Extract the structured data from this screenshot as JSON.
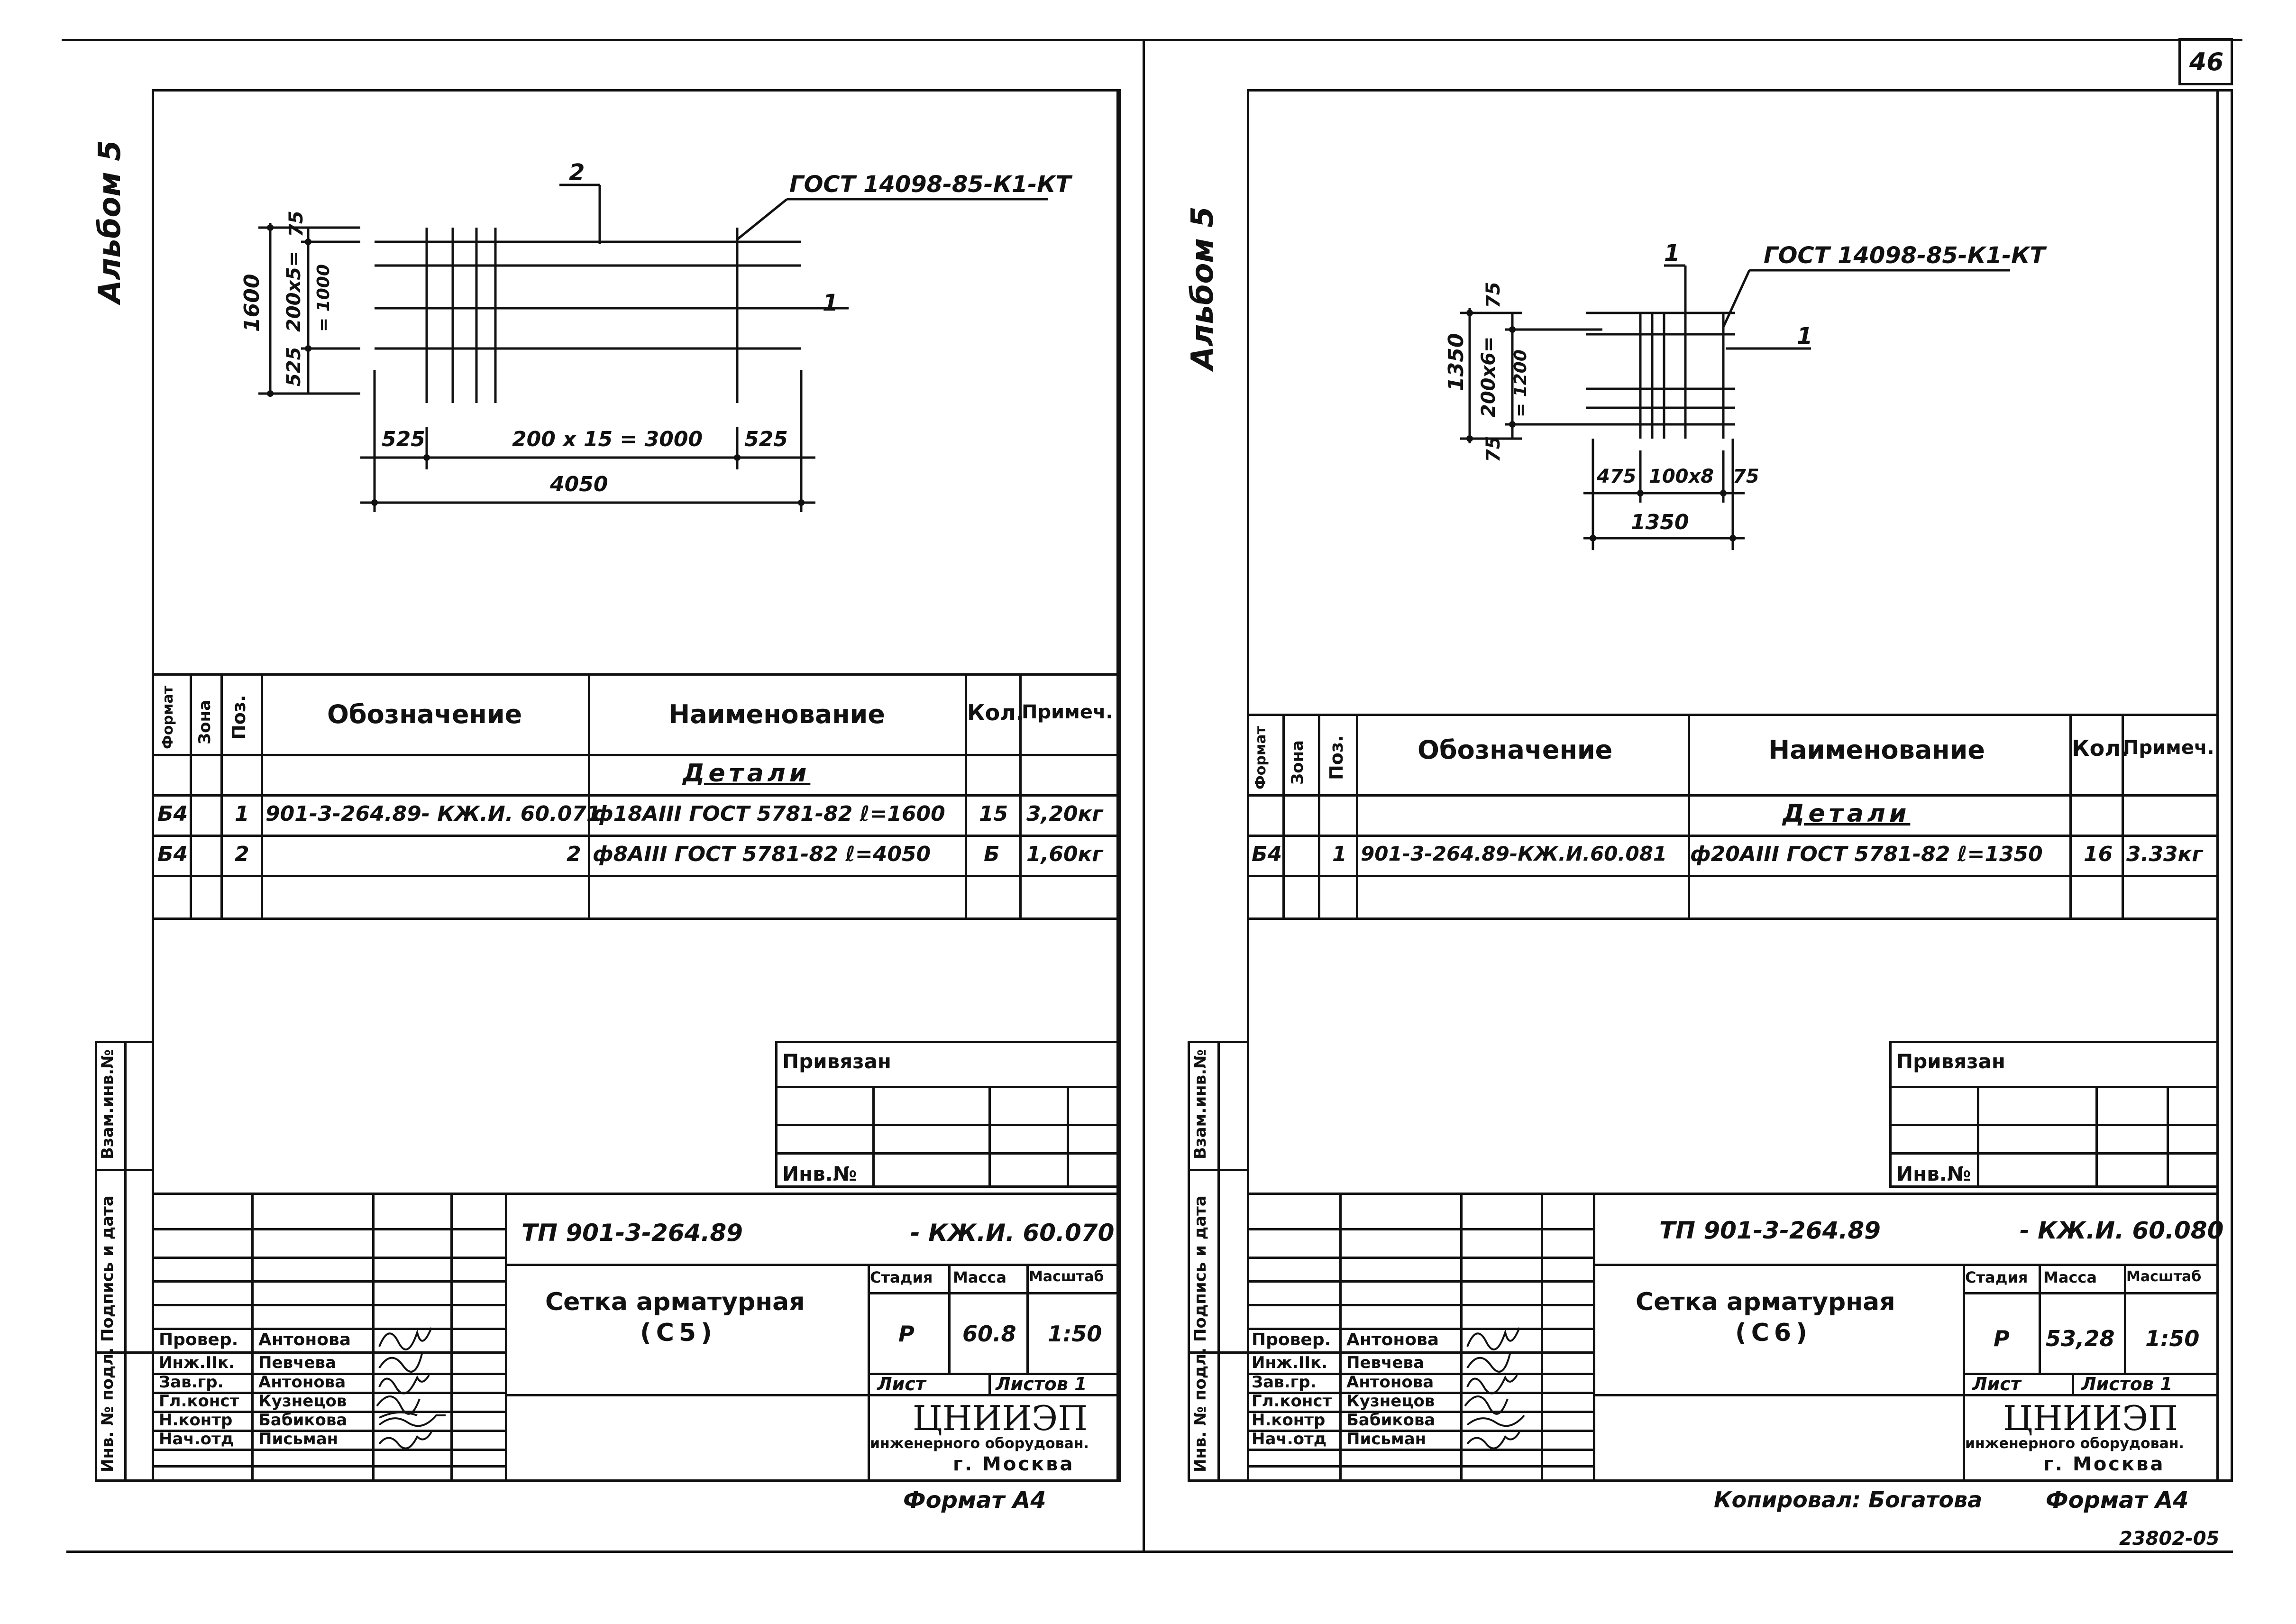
{
  "page_number": "46",
  "copy_number": "23802-05",
  "copied_by": "Копировал: Богатова",
  "sheets": [
    {
      "album": "Альбом 5",
      "drawing": {
        "gost": "ГОСТ 14098-85-К1-КТ",
        "pos_top": "2",
        "pos_side": "1",
        "height_total": "1600",
        "spacing_v": "200х5=",
        "spacing_v2": "= 1000",
        "margin_top": "75",
        "margin_bottom": "525",
        "margin_left": "525",
        "spacing_h": "200 х 15 = 3000",
        "margin_right": "525",
        "width_total": "4050"
      },
      "spec": {
        "headers": {
          "format": "Формат",
          "zone": "Зона",
          "pos": "Поз.",
          "designation": "Обозначение",
          "name": "Наименование",
          "qty": "Кол.",
          "note": "Примеч."
        },
        "section": "Детали",
        "rows": [
          {
            "format": "Б4",
            "pos": "1",
            "designation": "901-3-264.89- КЖ.И. 60.071",
            "name": "ф18АIII ГОСТ 5781-82  ℓ=1600",
            "qty": "15",
            "note": "3,20кг"
          },
          {
            "format": "Б4",
            "pos": "2",
            "designation": "2",
            "name": "ф8АIII  ГОСТ 5781-82  ℓ=4050",
            "qty": "Б",
            "note": "1,60кг"
          }
        ]
      },
      "binding": {
        "title": "Привязан",
        "inv": "Инв.№"
      },
      "margin_labels": {
        "inv_orig": "Инв. № подл.",
        "sign_date": "Подпись и дата",
        "vzam_inv": "Взам.инв.№"
      },
      "title_block": {
        "code_left": "ТП 901-3-264.89",
        "code_right": "- КЖ.И. 60.070",
        "name_line1": "Сетка  арматурная",
        "name_line2": "(С5)",
        "stage_h": "Стадия",
        "mass_h": "Масса",
        "scale_h": "Масштаб",
        "stage": "Р",
        "mass": "60.8",
        "scale": "1:50",
        "sheet": "Лист",
        "sheets": "Листов 1",
        "org1": "ЦНИИЭП",
        "org2": "инженерного оборудован.",
        "org3": "г. Москва",
        "roles": [
          "Провер.",
          "Инж.IIк.",
          "Зав.гр.",
          "Гл.конст",
          "Н.контр",
          "Нач.отд"
        ],
        "names": [
          "Антонова",
          "Певчева",
          "Антонова",
          "Кузнецов",
          "Бабикова",
          "Письман"
        ]
      },
      "format": "Формат А4"
    },
    {
      "album": "Альбом 5",
      "drawing": {
        "gost": "ГОСТ 14098-85-К1-КТ",
        "pos_top": "1",
        "pos_side": "1",
        "height_total": "1350",
        "spacing_v": "200х6=",
        "spacing_v2": "= 1200",
        "margin_top": "75",
        "margin_bottom": "75",
        "margin_left": "475",
        "spacing_h": "100х8",
        "margin_right": "75",
        "width_total": "1350"
      },
      "spec": {
        "headers": {
          "format": "Формат",
          "zone": "Зона",
          "pos": "Поз.",
          "designation": "Обозначение",
          "name": "Наименование",
          "qty": "Кол.",
          "note": "Примеч."
        },
        "section": "Детали",
        "rows": [
          {
            "format": "Б4",
            "pos": "1",
            "designation": "901-3-264.89-КЖ.И.60.081",
            "name": "ф20АIII ГОСТ 5781-82  ℓ=1350",
            "qty": "16",
            "note": "3.33кг"
          }
        ]
      },
      "binding": {
        "title": "Привязан",
        "inv": "Инв.№"
      },
      "margin_labels": {
        "inv_orig": "Инв. № подл.",
        "sign_date": "Подпись и дата",
        "vzam_inv": "Взам.инв.№"
      },
      "title_block": {
        "code_left": "ТП 901-3-264.89",
        "code_right": "- КЖ.И. 60.080",
        "name_line1": "Сетка  арматурная",
        "name_line2": "(С6)",
        "stage_h": "Стадия",
        "mass_h": "Масса",
        "scale_h": "Масштаб",
        "stage": "Р",
        "mass": "53,28",
        "scale": "1:50",
        "sheet": "Лист",
        "sheets": "Листов 1",
        "org1": "ЦНИИЭП",
        "org2": "инженерного оборудован.",
        "org3": "г. Москва",
        "roles": [
          "Провер.",
          "Инж.IIк.",
          "Зав.гр.",
          "Гл.конст",
          "Н.контр",
          "Нач.отд"
        ],
        "names": [
          "Антонова",
          "Певчева",
          "Антонова",
          "Кузнецов",
          "Бабикова",
          "Письман"
        ]
      },
      "format": "Формат А4"
    }
  ]
}
